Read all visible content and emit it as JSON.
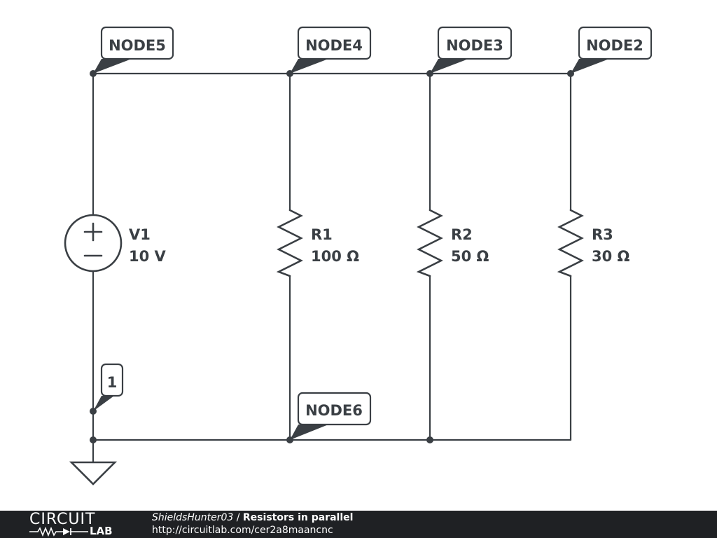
{
  "schematic": {
    "nodes": {
      "node5": "NODE5",
      "node4": "NODE4",
      "node3": "NODE3",
      "node2": "NODE2",
      "node6": "NODE6",
      "node1": "1"
    },
    "components": {
      "v1": {
        "name": "V1",
        "value": "10 V"
      },
      "r1": {
        "name": "R1",
        "value": "100 Ω"
      },
      "r2": {
        "name": "R2",
        "value": "50 Ω"
      },
      "r3": {
        "name": "R3",
        "value": "30 Ω"
      }
    },
    "colors": {
      "ink": "#3a3f44",
      "footer_bg": "#1f2124"
    }
  },
  "footer": {
    "logo_top": "CIRCUIT",
    "logo_bottom": "LAB",
    "user": "ShieldsHunter03",
    "separator": " / ",
    "title": "Resistors in parallel",
    "url": "http://circuitlab.com/cer2a8maancnc"
  }
}
